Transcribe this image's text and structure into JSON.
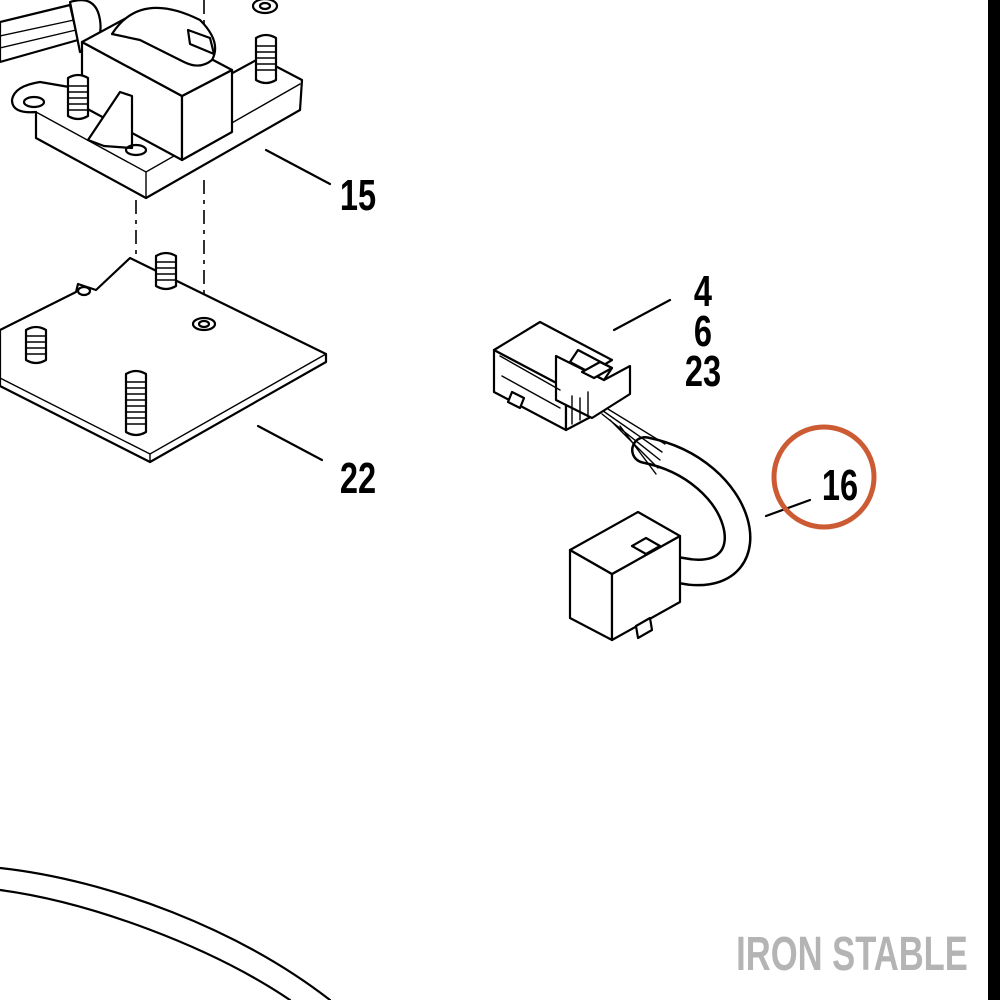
{
  "callouts": {
    "c15": "15",
    "c22": "22",
    "c4": "4",
    "c6": "6",
    "c23": "23",
    "c16": "16"
  },
  "highlight": {
    "target": "16",
    "color": "#cc5a32"
  },
  "watermark": {
    "text": "IRON STABLE",
    "color": "#b4b4b4"
  },
  "colors": {
    "line": "#000000",
    "background": "#ffffff"
  }
}
